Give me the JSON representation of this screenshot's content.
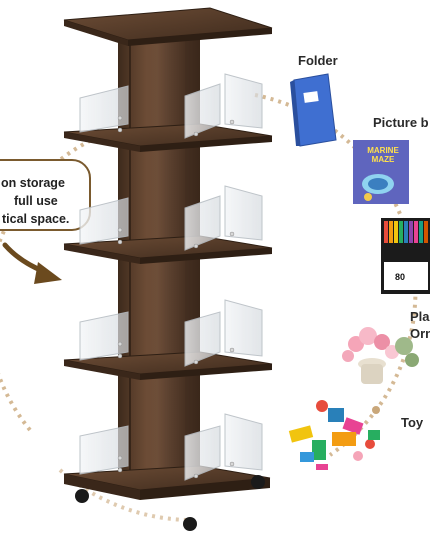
{
  "callout": {
    "lines": [
      "on storage",
      "full use",
      "tical space."
    ]
  },
  "labels": {
    "folder": "Folder",
    "picture_books": "Picture b",
    "plants_line1": "Pla",
    "plants_line2": "Orn",
    "toys": "Toy"
  },
  "book": {
    "title_line1": "MARINE",
    "title_line2": "MAZE"
  },
  "markers": {
    "count": "80"
  },
  "colors": {
    "wood_dark": "#4a3222",
    "wood_mid": "#6b4a33",
    "wood_light": "#8a6548",
    "acrylic": "#e6e9ec",
    "folder_blue": "#3f6fd1",
    "arc_dash": "#c9a77a",
    "arrow_brown": "#6b4a1e"
  },
  "icons": [
    "folder-icon",
    "picture-book-icon",
    "marker-box-icon",
    "flower-pot-icon",
    "toy-blocks-icon",
    "curved-arrow-icon"
  ]
}
